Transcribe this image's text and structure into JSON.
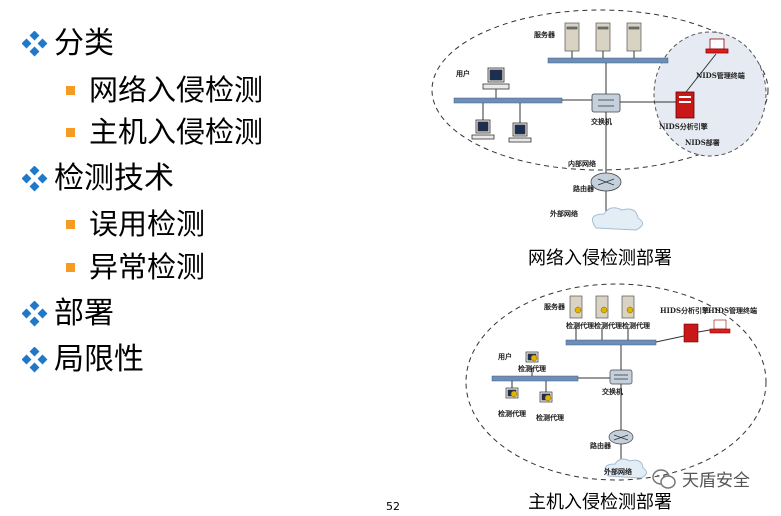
{
  "outline": [
    {
      "level": 1,
      "text": "分类"
    },
    {
      "level": 2,
      "text": "网络入侵检测"
    },
    {
      "level": 2,
      "text": "主机入侵检测"
    },
    {
      "level": 1,
      "text": "检测技术"
    },
    {
      "level": 2,
      "text": "误用检测"
    },
    {
      "level": 2,
      "text": "异常检测"
    },
    {
      "level": 1,
      "text": "部署"
    },
    {
      "level": 1,
      "text": "局限性"
    }
  ],
  "nids_diagram": {
    "caption": "网络入侵检测部署",
    "labels": {
      "servers": "服务器",
      "users": "用户",
      "switch": "交换机",
      "internal": "内部网络",
      "router": "路由器",
      "external": "外部网络",
      "mgmt": "NIDS管理终端",
      "engine": "NIDS分析引擎",
      "deploy": "NIDS部署"
    }
  },
  "hids_diagram": {
    "caption": "主机入侵检测部署",
    "labels": {
      "servers": "服务器",
      "agent": "检测代理",
      "engine": "HIDS分析引擎",
      "mgmt": "HIDS管理终端",
      "users": "用户",
      "switch": "交换机",
      "router": "路由器",
      "external": "外部网络"
    }
  },
  "page_number": "52",
  "watermark": "天盾安全"
}
